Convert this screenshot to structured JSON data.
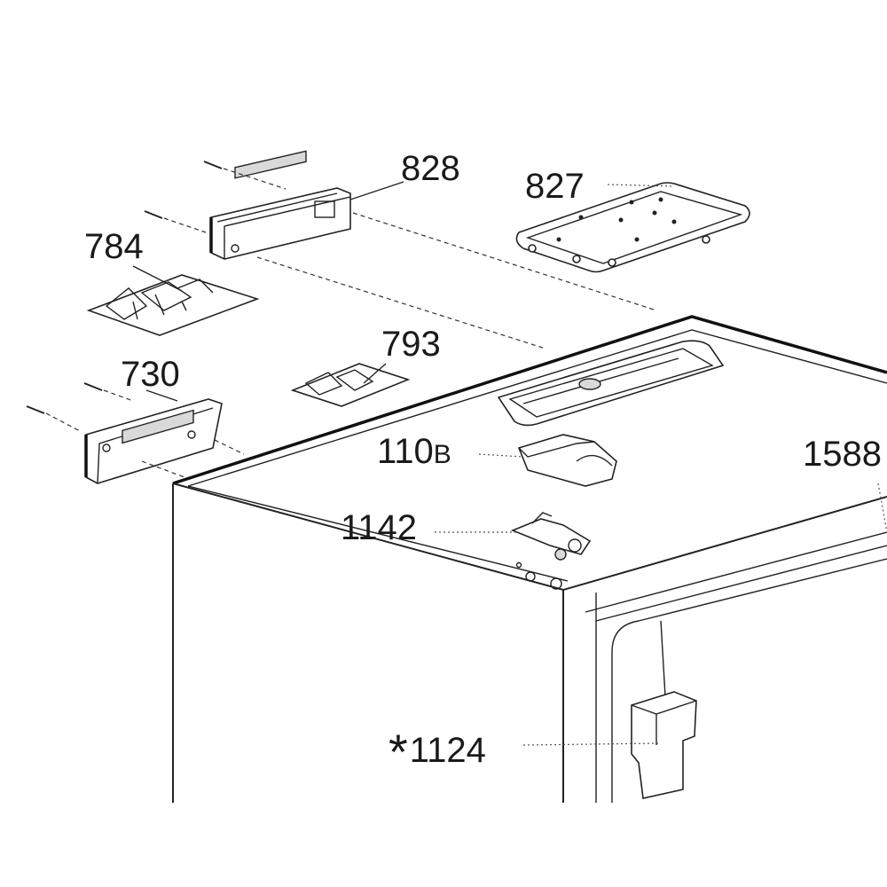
{
  "parts": [
    {
      "id": "828",
      "label": "828"
    },
    {
      "id": "827",
      "label": "827"
    },
    {
      "id": "784",
      "label": "784"
    },
    {
      "id": "793",
      "label": "793"
    },
    {
      "id": "730",
      "label": "730"
    },
    {
      "id": "110B",
      "label": "110",
      "suffix": "B"
    },
    {
      "id": "1588",
      "label": "1588"
    },
    {
      "id": "1142",
      "label": "1142"
    },
    {
      "id": "1124",
      "label": "1124",
      "prefix": "*"
    }
  ]
}
